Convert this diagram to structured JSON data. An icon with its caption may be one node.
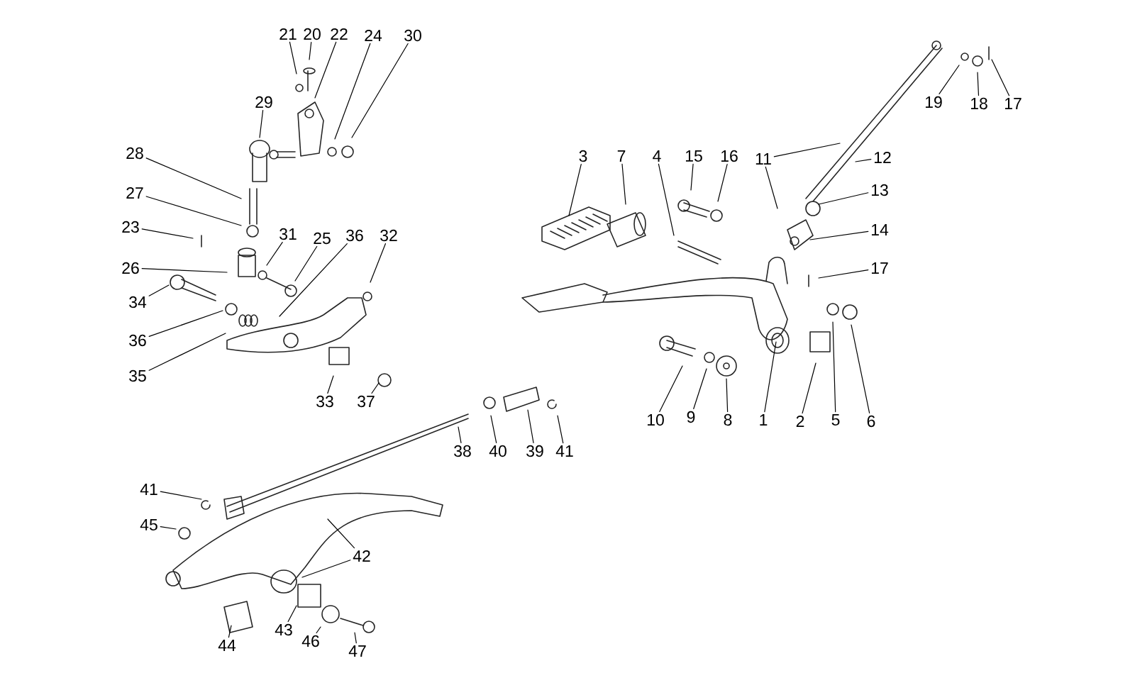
{
  "diagram": {
    "nodes": [
      {
        "text": [
          "29"
        ]
      },
      {
        "text": [
          "21"
        ]
      },
      {
        "text": [
          "20"
        ]
      },
      {
        "text": [
          "22"
        ]
      },
      {
        "text": [
          "24"
        ]
      },
      {
        "text": [
          "30"
        ]
      },
      {
        "text": [
          "19"
        ]
      },
      {
        "text": [
          "18"
        ]
      },
      {
        "text": [
          "17"
        ]
      },
      {
        "text": [
          "28"
        ]
      },
      {
        "text": [
          "3"
        ]
      },
      {
        "text": [
          "7"
        ]
      },
      {
        "text": [
          "4"
        ]
      },
      {
        "text": [
          "15"
        ]
      },
      {
        "text": [
          "16"
        ]
      },
      {
        "text": [
          "11"
        ]
      },
      {
        "text": [
          "12"
        ]
      },
      {
        "text": [
          "27"
        ]
      },
      {
        "text": [
          "13"
        ]
      },
      {
        "text": [
          "23"
        ]
      },
      {
        "text": [
          "14"
        ]
      },
      {
        "text": [
          "31"
        ]
      },
      {
        "text": [
          "25"
        ]
      },
      {
        "text": [
          "36"
        ]
      },
      {
        "text": [
          "32"
        ]
      },
      {
        "text": [
          "26"
        ]
      },
      {
        "text": [
          "17"
        ]
      },
      {
        "text": [
          "34"
        ]
      },
      {
        "text": [
          "36"
        ]
      },
      {
        "text": [
          "35"
        ]
      },
      {
        "text": [
          "33"
        ]
      },
      {
        "text": [
          "37"
        ]
      },
      {
        "text": [
          "10"
        ]
      },
      {
        "text": [
          "9"
        ]
      },
      {
        "text": [
          "8"
        ]
      },
      {
        "text": [
          "1"
        ]
      },
      {
        "text": [
          "2"
        ]
      },
      {
        "text": [
          "5"
        ]
      },
      {
        "text": [
          "6"
        ]
      },
      {
        "text": [
          "38"
        ]
      },
      {
        "text": [
          "40"
        ]
      },
      {
        "text": [
          "39"
        ]
      },
      {
        "text": [
          "41"
        ]
      },
      {
        "text": [
          "41"
        ]
      },
      {
        "text": [
          "45"
        ]
      },
      {
        "text": [
          "42"
        ]
      },
      {
        "text": [
          "43"
        ]
      },
      {
        "text": [
          "44"
        ]
      },
      {
        "text": [
          "46"
        ]
      },
      {
        "text": [
          "47"
        ]
      }
    ],
    "edges": [
      {
        "from": 0,
        "to": null,
        "arrow": "none"
      },
      {
        "from": 1,
        "to": null,
        "arrow": "none"
      },
      {
        "from": 2,
        "to": null,
        "arrow": "none"
      },
      {
        "from": 3,
        "to": null,
        "arrow": "none"
      },
      {
        "from": 4,
        "to": null,
        "arrow": "none"
      },
      {
        "from": 5,
        "to": null,
        "arrow": "none"
      },
      {
        "from": 6,
        "to": null,
        "arrow": "none"
      },
      {
        "from": 7,
        "to": null,
        "arrow": "none"
      },
      {
        "from": 8,
        "to": null,
        "arrow": "none"
      },
      {
        "from": 9,
        "to": null,
        "arrow": "none"
      },
      {
        "from": 10,
        "to": null,
        "arrow": "none"
      },
      {
        "from": 11,
        "to": null,
        "arrow": "none"
      },
      {
        "from": 12,
        "to": null,
        "arrow": "none"
      },
      {
        "from": 13,
        "to": null,
        "arrow": "none"
      },
      {
        "from": 14,
        "to": null,
        "arrow": "none"
      },
      {
        "from": 15,
        "to": null,
        "arrow": "none"
      },
      {
        "from": 15,
        "to": null,
        "arrow": "none"
      },
      {
        "from": 16,
        "to": null,
        "arrow": "none"
      },
      {
        "from": 17,
        "to": null,
        "arrow": "none"
      },
      {
        "from": 18,
        "to": null,
        "arrow": "none"
      },
      {
        "from": 19,
        "to": null,
        "arrow": "none"
      },
      {
        "from": 20,
        "to": null,
        "arrow": "none"
      },
      {
        "from": 21,
        "to": null,
        "arrow": "none"
      },
      {
        "from": 22,
        "to": null,
        "arrow": "none"
      },
      {
        "from": 23,
        "to": null,
        "arrow": "none"
      },
      {
        "from": 24,
        "to": null,
        "arrow": "none"
      },
      {
        "from": 25,
        "to": null,
        "arrow": "none"
      },
      {
        "from": 26,
        "to": null,
        "arrow": "none"
      },
      {
        "from": 27,
        "to": null,
        "arrow": "none"
      },
      {
        "from": 28,
        "to": null,
        "arrow": "none"
      },
      {
        "from": 29,
        "to": null,
        "arrow": "none"
      },
      {
        "from": 30,
        "to": null,
        "arrow": "none"
      },
      {
        "from": 31,
        "to": null,
        "arrow": "none"
      },
      {
        "from": 32,
        "to": null,
        "arrow": "none"
      },
      {
        "from": 33,
        "to": null,
        "arrow": "none"
      },
      {
        "from": 34,
        "to": null,
        "arrow": "none"
      },
      {
        "from": 35,
        "to": null,
        "arrow": "none"
      },
      {
        "from": 36,
        "to": null,
        "arrow": "none"
      },
      {
        "from": 37,
        "to": null,
        "arrow": "none"
      },
      {
        "from": 38,
        "to": null,
        "arrow": "none"
      },
      {
        "from": 39,
        "to": null,
        "arrow": "none"
      },
      {
        "from": 40,
        "to": null,
        "arrow": "none"
      },
      {
        "from": 41,
        "to": null,
        "arrow": "none"
      },
      {
        "from": 42,
        "to": null,
        "arrow": "none"
      },
      {
        "from": 43,
        "to": null,
        "arrow": "none"
      },
      {
        "from": 44,
        "to": null,
        "arrow": "none"
      },
      {
        "from": 45,
        "to": null,
        "arrow": "none"
      },
      {
        "from": 45,
        "to": null,
        "arrow": "none"
      },
      {
        "from": 46,
        "to": null,
        "arrow": "none"
      },
      {
        "from": 47,
        "to": null,
        "arrow": "none"
      },
      {
        "from": 48,
        "to": null,
        "arrow": "none"
      },
      {
        "from": 49,
        "to": null,
        "arrow": "none"
      }
    ]
  }
}
